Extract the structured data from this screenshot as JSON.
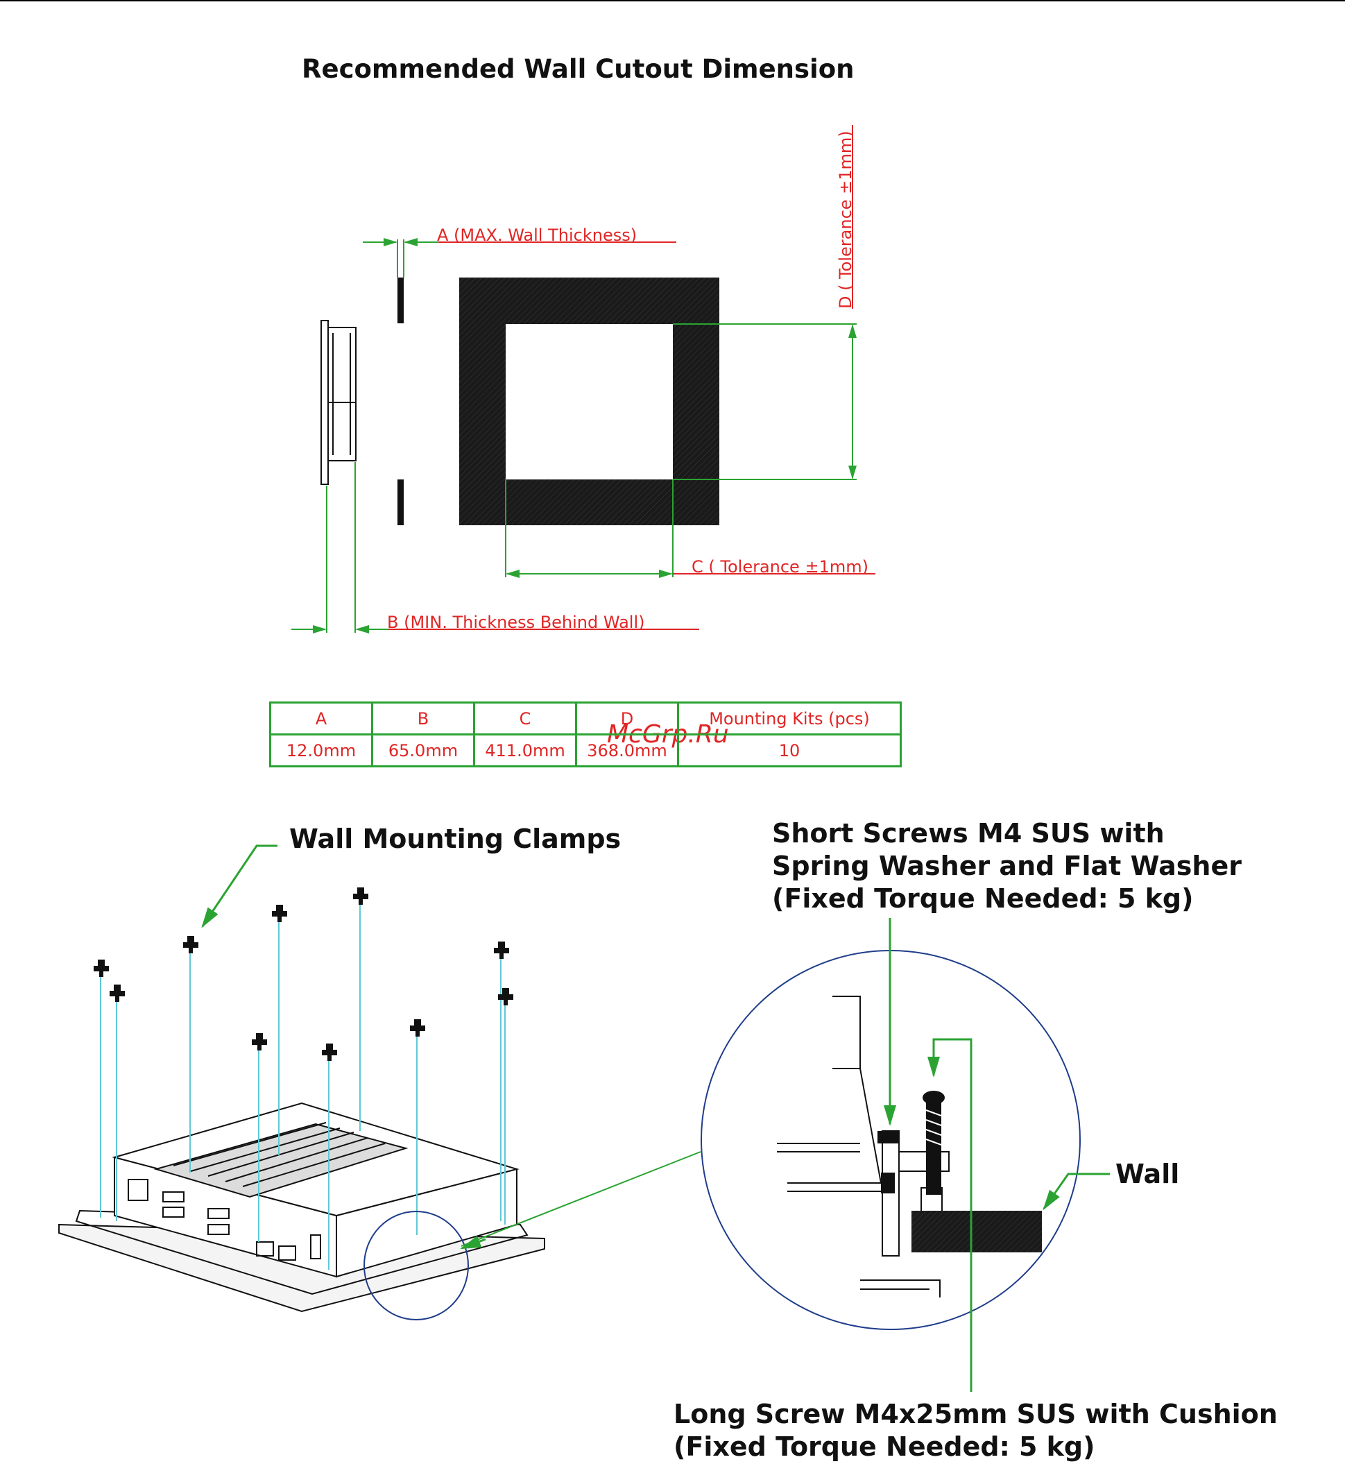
{
  "title": "Recommended Wall Cutout Dimension",
  "dimension_labels": {
    "a": "A (MAX. Wall Thickness)",
    "b": "B (MIN. Thickness Behind Wall)",
    "c": "C ( Tolerance ±1mm)",
    "d": "D ( Tolerance ±1mm)"
  },
  "table": {
    "headers": [
      "A",
      "B",
      "C",
      "D",
      "Mounting Kits (pcs)"
    ],
    "values": [
      "12.0mm",
      "65.0mm",
      "411.0mm",
      "368.0mm",
      "10"
    ]
  },
  "watermark": "McGrp.Ru",
  "callouts": {
    "clamps": "Wall Mounting Clamps",
    "short_screws": [
      "Short Screws M4 SUS with",
      "Spring Washer and Flat Washer",
      "(Fixed Torque Needed: 5 kg)"
    ],
    "wall": "Wall",
    "long_screw": [
      "Long Screw M4x25mm SUS with Cushion",
      "(Fixed Torque Needed: 5 kg)"
    ]
  },
  "colors": {
    "dimension_text": "#e02525",
    "leader_lines": "#2aa332",
    "table_border": "#2aa332",
    "zoom_circle": "#1f3d8a",
    "clamp_guides": "#5fc9d6"
  }
}
